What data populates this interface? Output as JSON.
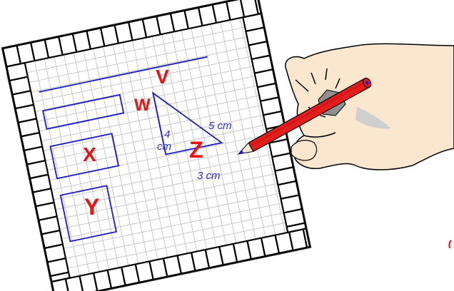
{
  "shape_labels": {
    "v": "V",
    "w": "W",
    "x": "X",
    "y": "Y",
    "z": "Z"
  },
  "measurements": {
    "hypotenuse": "5 cm",
    "height_value": "4",
    "height_unit": "cm",
    "base": "3 cm"
  },
  "colors": {
    "grid_line": "#c8c8c8",
    "frame": "#000000",
    "shape_blue": "#1a1ad6",
    "label_red": "#ee1111",
    "measure_blue": "#3030d0",
    "pencil_red": "#e51c1c",
    "skin": "#fbe6d0",
    "knuckle_shadow": "#8f8f8f"
  }
}
